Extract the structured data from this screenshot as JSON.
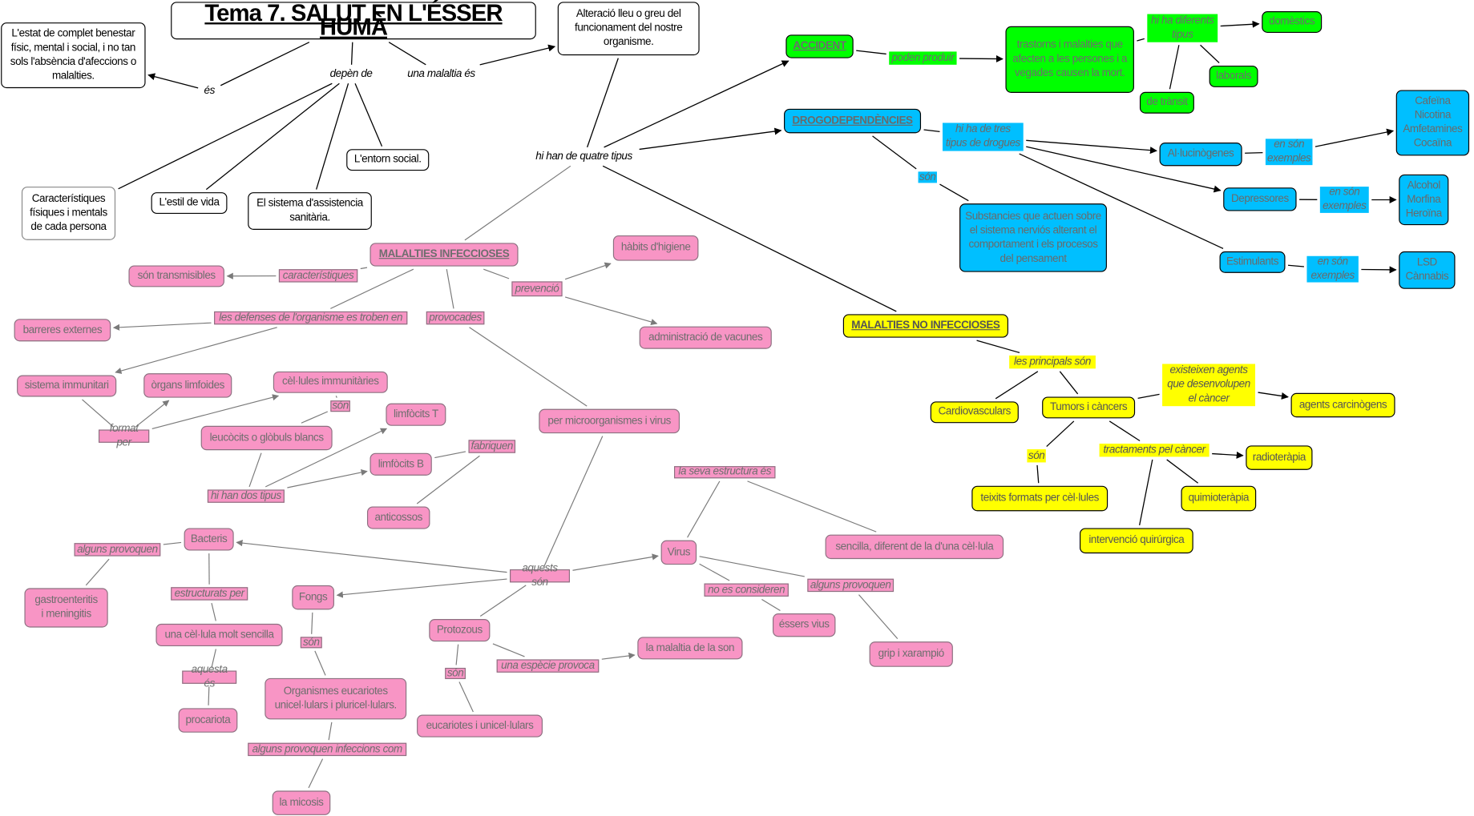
{
  "title": "Tema 7. SALUT EN L'ÉSSER HUMÀ",
  "nodes": {
    "def_health": "L'estat de complet benestar físic, mental i social, i no tan sols l'absència d'afeccions o malalties.",
    "es": "és",
    "depen": "depèn de",
    "una_mal": "una malaltia és",
    "dis_def": "Alteració lleu o greu del funcionament del nostre organisme.",
    "quatre": "hi han de quatre tipus",
    "caract": "Característiques físiques i mentals de cada persona",
    "estil": "L'estil de vida",
    "sistema": "El sistema d'assistencia sanitària.",
    "entorn": "L'entorn social.",
    "accident": "ACCIDENT",
    "poden": "poden produir",
    "trastorns": "trastorns i malalties que afecten a les persones i a vegades causen la mort.",
    "diferents": "hi ha diferents tipus",
    "domestics": "domèstics",
    "laborals": "laborals",
    "transit": "de trànsit",
    "drogo": "DROGODEPENDÈNCIES",
    "tres": "hi ha de tres tipus de drogues",
    "son_b": "són",
    "substancies": "Substancies que actuen sobre el sistema nerviós alterant el comportament i els procesos del pensament",
    "alluc": "Al·lucinògenes",
    "ex1": "en són exemples",
    "caf": "Cafeïna\nNicotina\nAmfetamines\nCocaïna",
    "depress": "Depressores",
    "ex2": "en són exemples",
    "alc": "Alcohol\nMorfina\nHeroïna",
    "estim": "Estimulants",
    "ex3": "en són exemples",
    "lsd": "LSD\nCànnabis",
    "mal_noinf": "MALALTIES NO INFECCIOSES",
    "principals": "les principals són",
    "cardio": "Cardiovasculars",
    "tumors": "Tumors i càncers",
    "existeixen": "existeixen agents que desenvolupen el càncer",
    "carcin": "agents carcinògens",
    "son_y": "són",
    "tract": "tractaments pel càncer",
    "radio": "radioteràpia",
    "teixits": "teixits formats per cèl·lules",
    "quimio": "quimioteràpia",
    "interv": "intervenció quirúrgica",
    "mal_inf": "MALALTIES INFECCIOSES",
    "caract_l": "característiques",
    "transm": "són transmisibles",
    "prev": "prevenció",
    "higiene": "hàbits d'higiene",
    "vacunes": "administració de vacunes",
    "defenses": "les defenses de l'organisme es troben en",
    "provocades": "provocades",
    "barreres": "barreres externes",
    "sist_imm": "sistema immunitari",
    "organs": "òrgans limfoides",
    "cel_imm": "cèl·lules immunitàries",
    "son_p": "són",
    "format": "format per",
    "leuc": "leucòcits o glòbuls blancs",
    "limfT": "limfòcits T",
    "limfB": "limfòcits B",
    "fabriquen": "fabriquen",
    "dos_tipus": "hi han dos tipus",
    "anticossos": "anticossos",
    "micro": "per microorganismes i virus",
    "bacteris": "Bacteris",
    "alguns_b": "alguns provoquen",
    "gastro": "gastroenteritis\ni meningitis",
    "estruct": "estructurats per",
    "cel_sencilla": "una cèl·lula molt sencilla",
    "aquesta": "aquesta és",
    "procariota": "procariota",
    "fongs": "Fongs",
    "son_f": "són",
    "org_euc": "Organismes eucariotes unicel·lulars i pluricel·lulars.",
    "alguns_inf": "alguns provoquen infeccions com",
    "micosis": "la micosis",
    "aquests": "aquests són",
    "virus": "Virus",
    "protozous": "Protozous",
    "son_pr": "són",
    "euc_unicel": "eucariotes i unicel·lulars",
    "especie": "una espècie provoca",
    "malaltia_son": "la malaltia de la son",
    "seva_estr": "la seva estructura és",
    "sencilla": "sencilla, diferent de la d'una cèl·lula",
    "no_es": "no es consideren",
    "alguns_v": "alguns provoquen",
    "essers": "éssers vius",
    "grip": "grip i xarampió"
  },
  "colors": {
    "accident": "#00ff00",
    "drogodependencies": "#00bfff",
    "no_infeccioses": "#ffff00",
    "infeccioses": "#f895c5"
  }
}
